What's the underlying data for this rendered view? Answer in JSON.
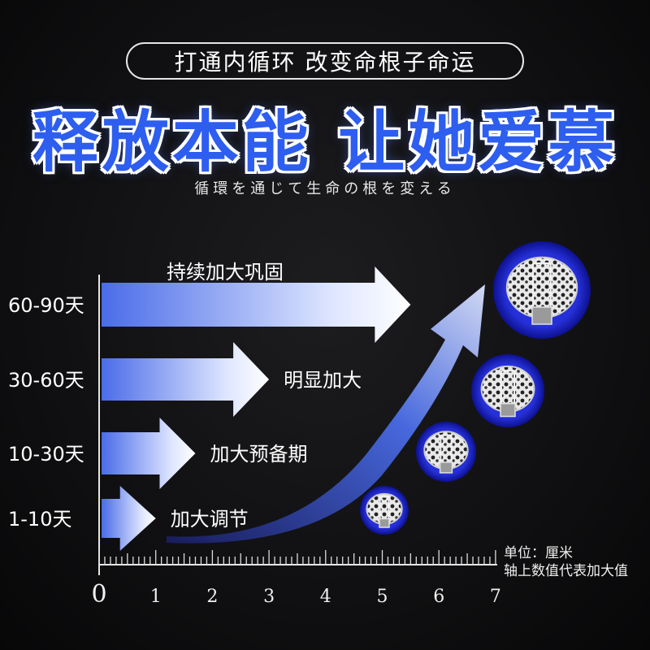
{
  "header": {
    "pill_text": "打通内循环 改变命根子命运",
    "headline": "释放本能 让她爱慕",
    "subtitle": "循環を通じて生命の根を変える"
  },
  "chart_data": {
    "type": "bar",
    "orientation": "horizontal",
    "categories": [
      "60-90天",
      "30-60天",
      "10-30天",
      "1-10天"
    ],
    "bar_labels": [
      "持续加大巩固",
      "明显加大",
      "加大预备期",
      "加大调节"
    ],
    "values": [
      5.5,
      3.0,
      1.7,
      1.0
    ],
    "x_ticks": [
      "0",
      "1",
      "2",
      "3",
      "4",
      "5",
      "6",
      "7"
    ],
    "xlim": [
      0,
      7
    ],
    "unit_label": "单位：厘米",
    "axis_note": "轴上数值代表加大值",
    "colors": {
      "bar_start": "#4a6ce8",
      "bar_end": "#ffffff",
      "accent": "#2d5ef0",
      "circle": "#1a22c8"
    }
  }
}
